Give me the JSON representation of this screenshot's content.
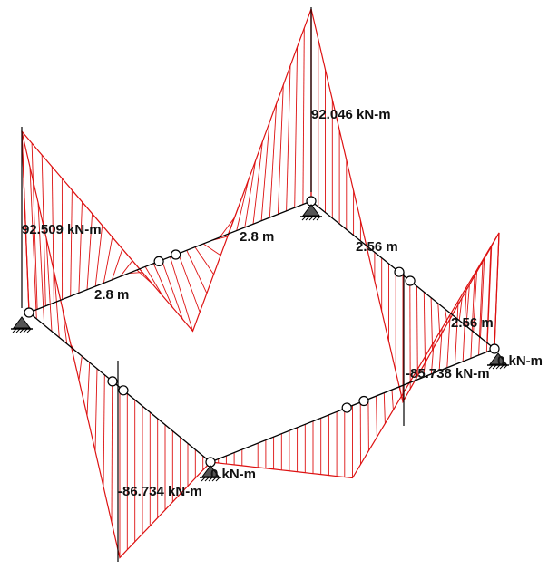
{
  "colors": {
    "moment": "#dd1111",
    "member": "#000000",
    "support": "#000000",
    "text": "#111111"
  },
  "labels": {
    "moment_left_top": "92.509 kN-m",
    "moment_back_top": "92.046 kN-m",
    "moment_front_bottom": "-86.734 kN-m",
    "moment_right_bottom": "-85.738 kN-m",
    "zero_front": "0 kN-m",
    "zero_right": "0 kN-m",
    "span_back_left": "2.8 m",
    "span_left": "2.8 m",
    "span_back_right": "2.56 m",
    "span_right": "2.56 m"
  },
  "icons": [
    "pin-support-icon",
    "hinge-circle-icon"
  ]
}
